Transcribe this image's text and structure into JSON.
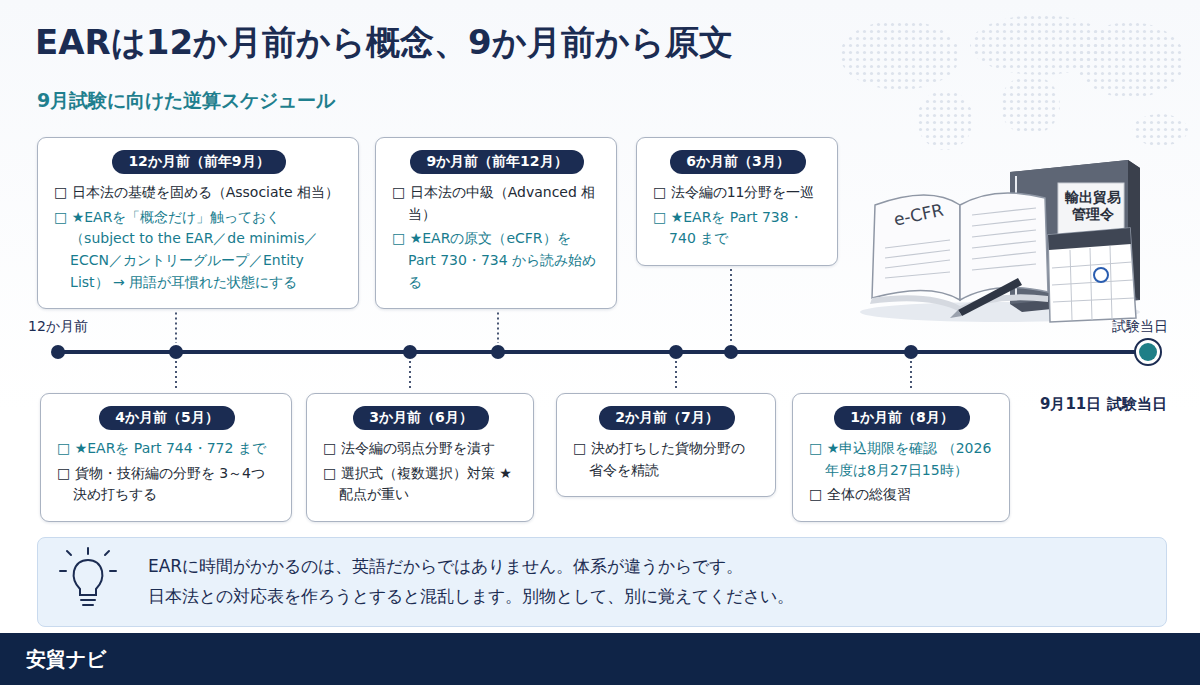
{
  "diagram": {
    "title": "EARは12か月前から概念、9か月前から原文",
    "caption": "9月試験に向けた逆算スケジュール",
    "nodes": [
      {
        "text": [
          "12か月前（前年9月）",
          "□ 日本法の基礎を固める（Associate 相当）",
          "□ ★EARを「概念だけ」触っておく （subject to the EAR／de minimis／ ECCN／カントリーグループ／Entity List） → 用語が耳慣れた状態にする"
        ]
      },
      {
        "text": [
          "9か月前（前年12月）",
          "□ 日本法の中級（Advanced 相当）",
          "□ ★EARの原文（eCFR）を Part 730・734 から読み始める"
        ]
      },
      {
        "text": [
          "6か月前（3月）",
          "□ 法令編の11分野を一巡",
          "□ ★EARを Part 738・740 まで"
        ]
      },
      {
        "text": [
          "4か月前（5月）",
          "□ ★EARを Part 744・772 まで",
          "□ 貨物・技術編の分野を 3～4つ決め打ちする"
        ]
      },
      {
        "text": [
          "3か月前（6月）",
          "□ 法令編の弱点分野を潰す",
          "□ 選択式（複数選択）対策 ★配点が重い"
        ]
      },
      {
        "text": [
          "2か月前（7月）",
          "□ 決め打ちした貨物分野の 省令を精読"
        ]
      },
      {
        "text": [
          "1か月前（8月）",
          "□ ★申込期限を確認 （2026年度は8月27日15時）",
          "□ 全体の総復習"
        ]
      },
      {
        "text": [
          "EARに時間がかかるのは、英語だからではありません。体系が違うからです。",
          "日本法との対応表を作ろうとすると混乱します。別物として、別に覚えてください。"
        ]
      },
      {
        "text": [
          "安貿ナビ"
        ]
      }
    ],
    "labels": [
      "12か月前",
      "試験当日",
      "9月11日 試験当日",
      "e-CFR",
      "輸出貿易管理令"
    ]
  }
}
